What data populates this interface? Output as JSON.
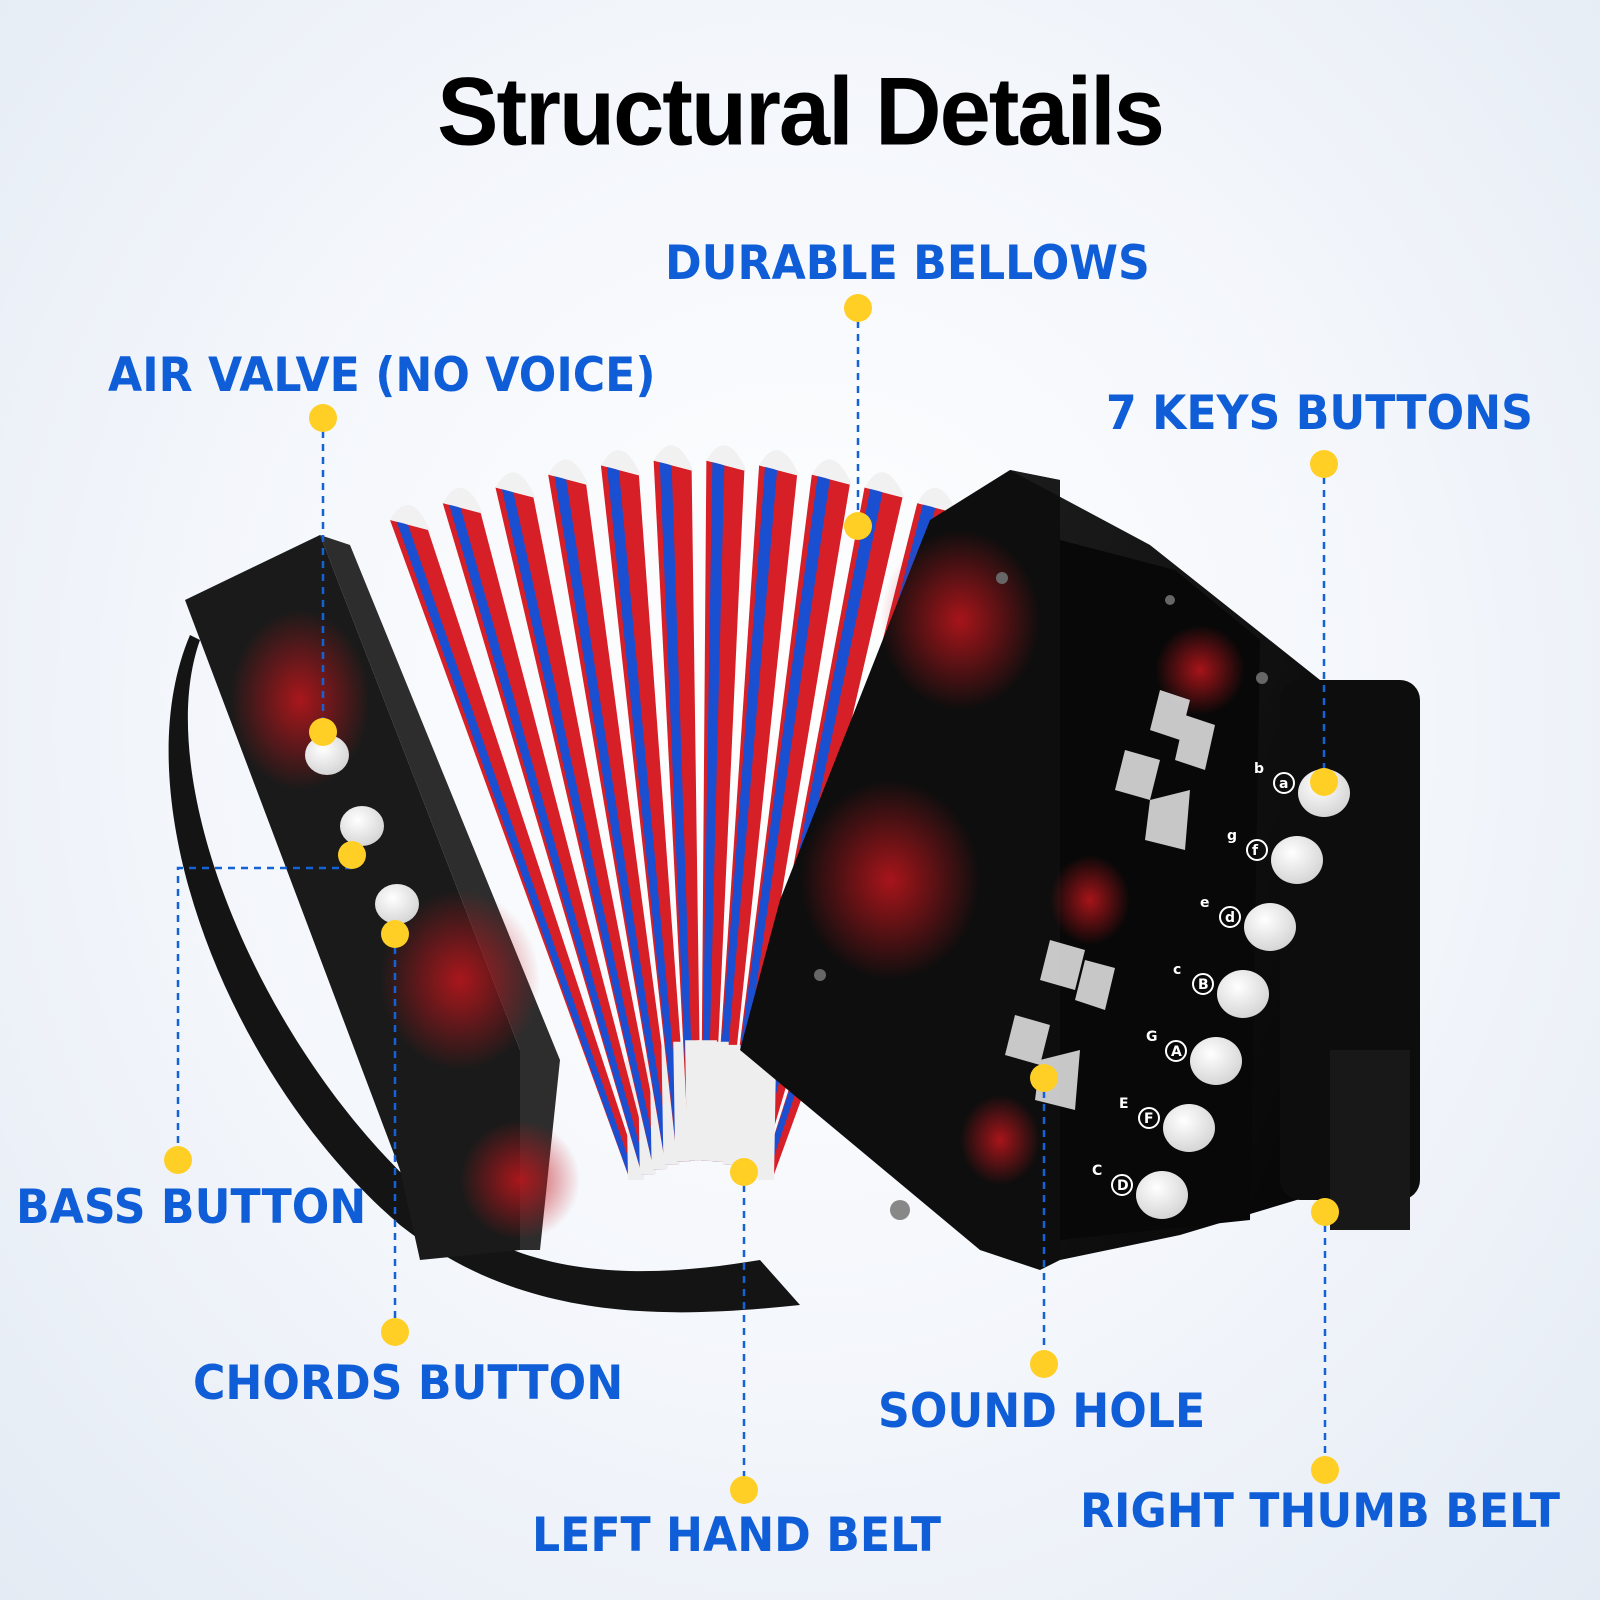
{
  "title": "Structural Details",
  "labels": {
    "durable_bellows": "DURABLE BELLOWS",
    "air_valve": "AIR VALVE (NO VOICE)",
    "seven_keys": "7 KEYS BUTTONS",
    "bass_button": "BASS BUTTON",
    "chords_button": "CHORDS BUTTON",
    "sound_hole": "SOUND HOLE",
    "left_hand_belt": "LEFT HAND BELT",
    "right_thumb_belt": "RIGHT THUMB BELT"
  },
  "key_letters": {
    "row_a": [
      "D",
      "F",
      "A",
      "B",
      "d",
      "f",
      "a"
    ],
    "row_b": [
      "C",
      "E",
      "G",
      "c",
      "e",
      "g",
      "b"
    ]
  },
  "colors": {
    "label_blue": "#0f5ed8",
    "dot_yellow": "#ffcf26",
    "bellows_red": "#d61f26",
    "bellows_blue": "#1b4fd1",
    "body_black": "#121212"
  }
}
